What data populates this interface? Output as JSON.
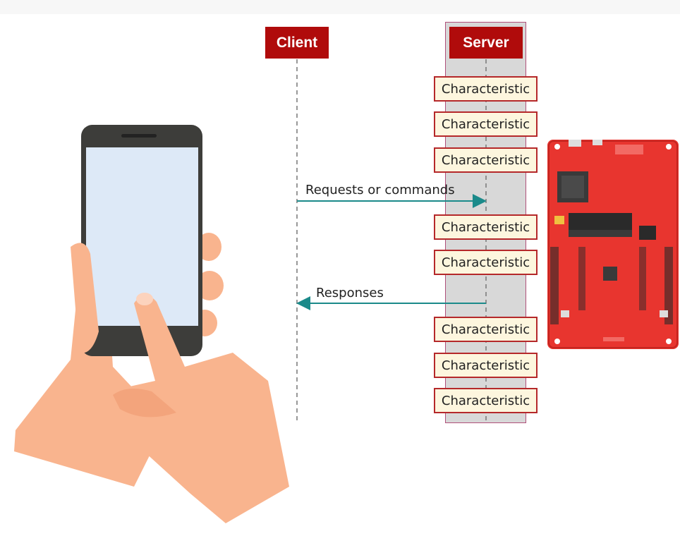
{
  "client": {
    "label": "Client"
  },
  "server": {
    "label": "Server",
    "characteristics": [
      "Characteristic",
      "Characteristic",
      "Characteristic",
      "Characteristic",
      "Characteristic",
      "Characteristic",
      "Characteristic",
      "Characteristic"
    ]
  },
  "messages": {
    "request": "Requests or commands",
    "response": "Responses"
  },
  "colors": {
    "label_bg": "#b00b0b",
    "arrow": "#1b8a8a",
    "characteristic_border": "#b5282a",
    "characteristic_fill": "#fdf6de",
    "board": "#e8352f",
    "skin": "#f9b48e"
  }
}
